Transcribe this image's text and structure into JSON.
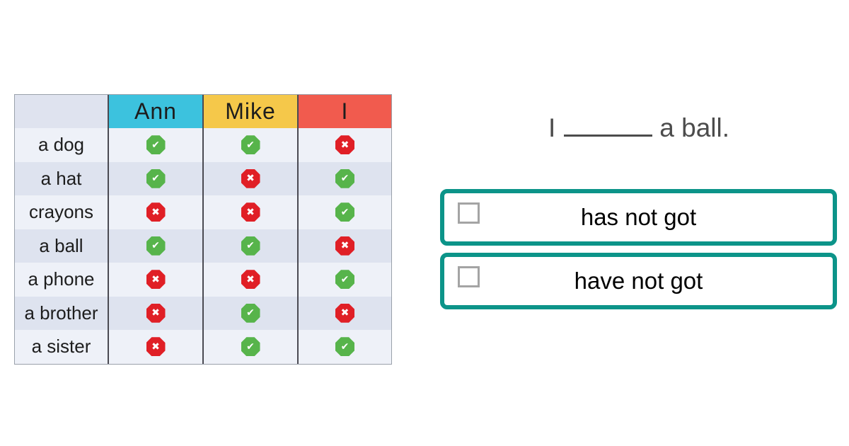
{
  "table": {
    "columns": [
      {
        "label": ""
      },
      {
        "label": "Ann"
      },
      {
        "label": "Mike"
      },
      {
        "label": "I"
      }
    ],
    "rows": [
      {
        "label": "a dog",
        "values": [
          "yes",
          "yes",
          "no"
        ]
      },
      {
        "label": "a hat",
        "values": [
          "yes",
          "no",
          "yes"
        ]
      },
      {
        "label": "crayons",
        "values": [
          "no",
          "no",
          "yes"
        ]
      },
      {
        "label": "a ball",
        "values": [
          "yes",
          "yes",
          "no"
        ]
      },
      {
        "label": "a phone",
        "values": [
          "no",
          "no",
          "yes"
        ]
      },
      {
        "label": "a brother",
        "values": [
          "no",
          "yes",
          "no"
        ]
      },
      {
        "label": "a sister",
        "values": [
          "no",
          "yes",
          "yes"
        ]
      }
    ],
    "icons": {
      "yes": "check-octagon-icon",
      "no": "cross-octagon-icon"
    }
  },
  "question": {
    "prefix": "I",
    "suffix": "a ball."
  },
  "options": [
    {
      "label": "has not got",
      "checked": false
    },
    {
      "label": "have not got",
      "checked": false
    }
  ],
  "palette": {
    "header_ann": "#3cc2de",
    "header_mike": "#f5c84a",
    "header_i": "#f15b4e",
    "corner": "#dfe3ef",
    "row_light": "#eef1f8",
    "row_dark": "#dee3ef",
    "icon_yes": "#57b44b",
    "icon_no": "#e01f26",
    "option_border": "#0c9489",
    "checkbox_border": "#a4a4a4",
    "question_text": "#4c4c4c"
  }
}
